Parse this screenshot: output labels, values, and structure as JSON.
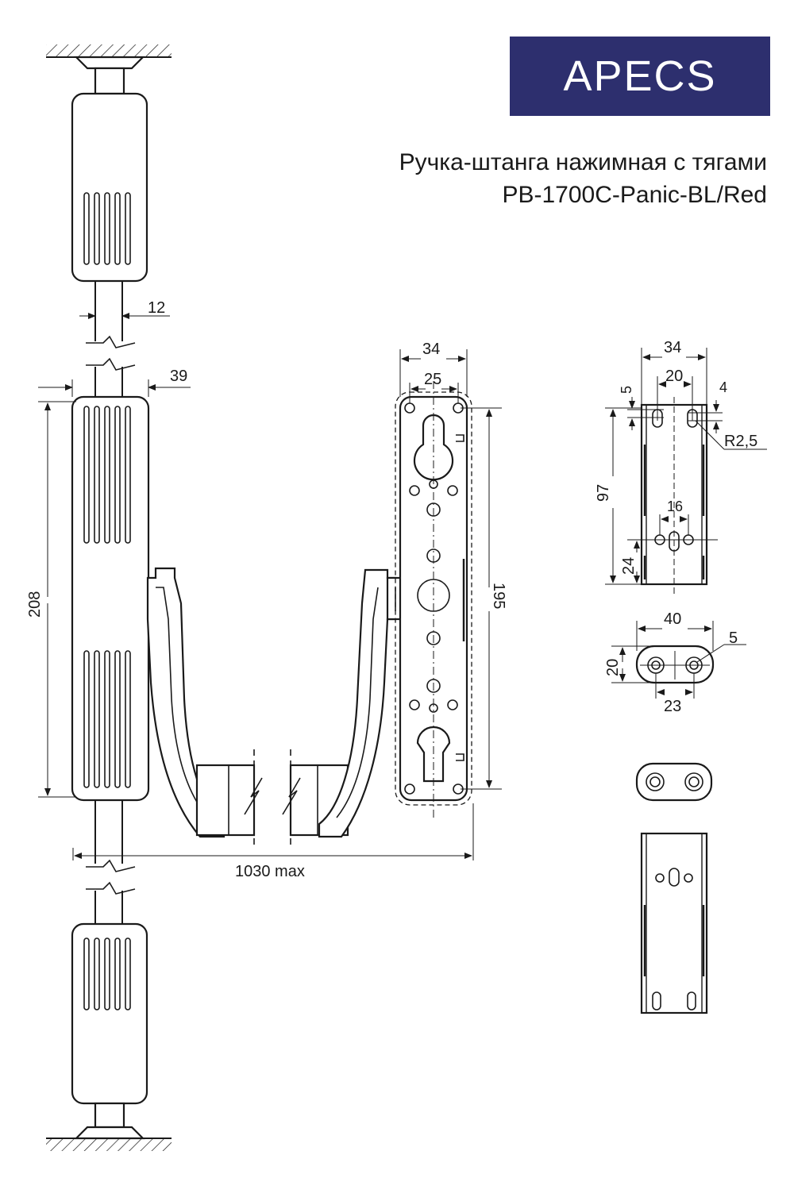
{
  "brand": {
    "logo_text": "APECS",
    "color": "#2d2f6e"
  },
  "title": {
    "line1": "Ручка-штанга нажимная с тягами",
    "line2": "PB-1700C-Panic-BL/Red"
  },
  "dimensions": {
    "rod": "12",
    "body_width": "39",
    "body_height": "208",
    "length": "1030 max",
    "plate_width": "34",
    "plate_inner": "25",
    "plate_height": "195",
    "bracket_width": "34",
    "bracket_holes": "20",
    "bracket_edge": "5",
    "bracket_slot": "4",
    "bracket_radius": "R2,5",
    "bracket_height": "97",
    "bracket_spacing": "16",
    "bracket_bottom": "24",
    "guide_width": "40",
    "guide_hole": "5",
    "guide_height": "20",
    "guide_spacing": "23"
  }
}
